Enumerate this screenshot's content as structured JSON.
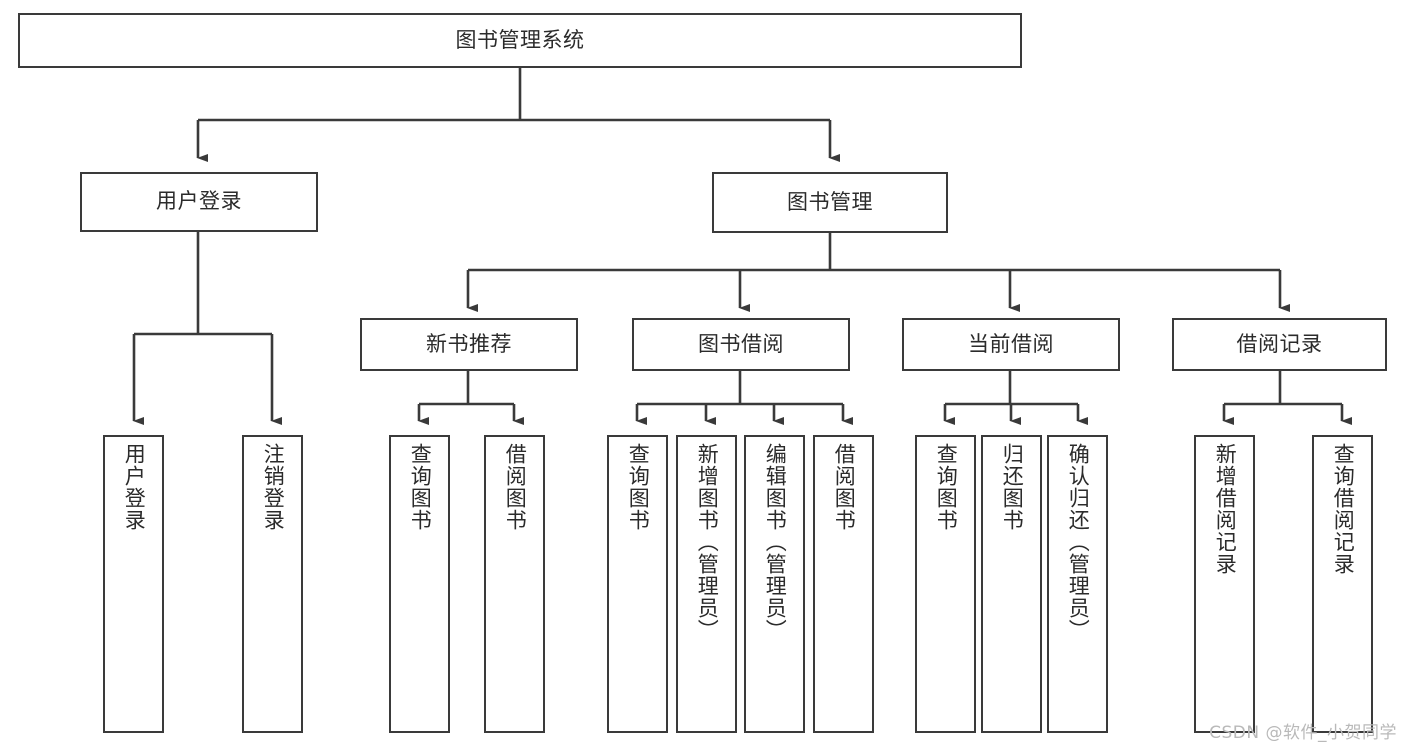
{
  "diagram": {
    "title": "图书管理系统",
    "type": "tree-hierarchy-chart",
    "watermark": "CSDN @软件_小贺同学",
    "stroke_color": "#3a3a3a",
    "text_color": "#2b2b2b",
    "background_color": "#ffffff"
  },
  "root": {
    "label": "图书管理系统"
  },
  "level2": {
    "user_login": "用户登录",
    "book_management": "图书管理"
  },
  "level3": {
    "new_book_recommend": "新书推荐",
    "book_borrow": "图书借阅",
    "current_borrow": "当前借阅",
    "borrow_record": "借阅记录"
  },
  "leaves": {
    "user_login": [
      "用户登录",
      "注销登录"
    ],
    "new_book_recommend": [
      "查询图书",
      "借阅图书"
    ],
    "book_borrow": [
      "查询图书",
      "新增图书（管理员）",
      "编辑图书（管理员）",
      "借阅图书"
    ],
    "current_borrow": [
      "查询图书",
      "归还图书",
      "确认归还（管理员）"
    ],
    "borrow_record": [
      "新增借阅记录",
      "查询借阅记录"
    ]
  }
}
